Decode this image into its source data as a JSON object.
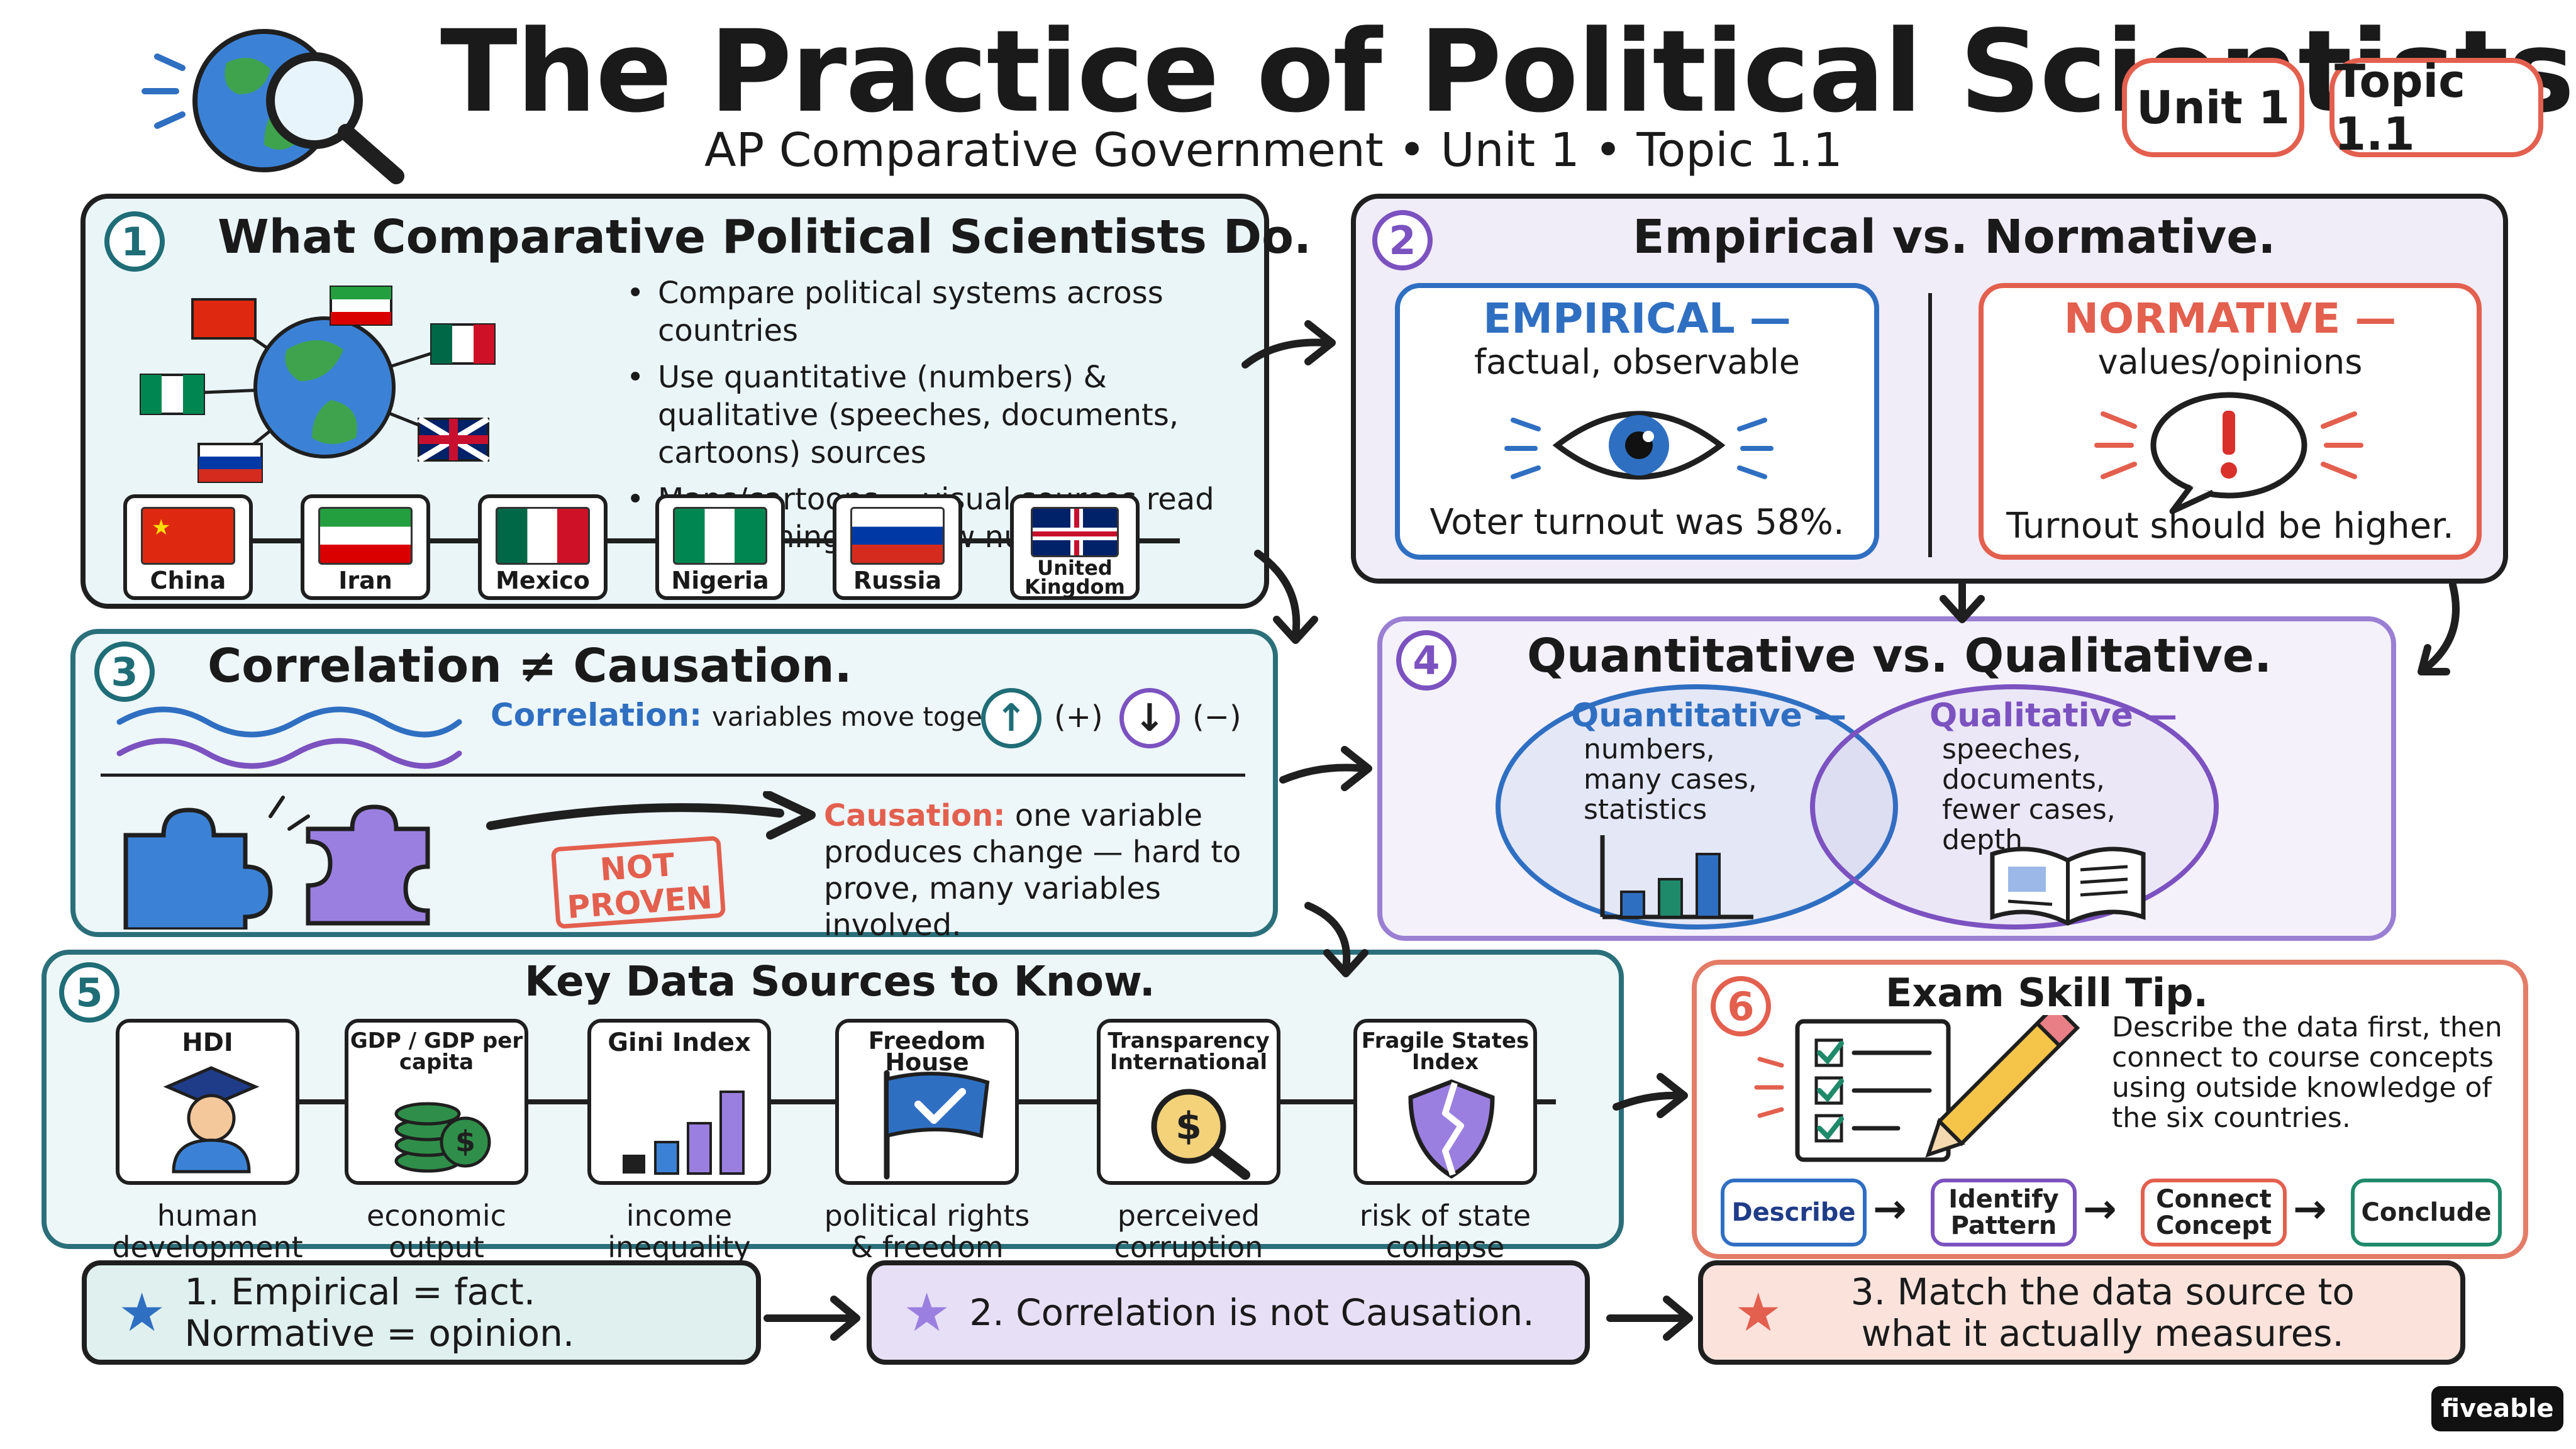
{
  "header": {
    "title": "The Practice of Political Scientists",
    "subtitle": "AP Comparative Government • Unit 1 • Topic 1.1",
    "tag_unit": "Unit 1",
    "tag_topic": "Topic 1.1"
  },
  "panel1": {
    "number": "1",
    "title": "What Comparative Political Scientists Do.",
    "bullets": [
      "Compare political systems across countries",
      "Use quantitative (numbers) & qualitative (speeches, documents, cartoons) sources",
      "Maps/cartoons = visual sources read for meaning, not raw numbers."
    ],
    "countries": [
      "China",
      "Iran",
      "Mexico",
      "Nigeria",
      "Russia",
      "United Kingdom"
    ]
  },
  "panel2": {
    "number": "2",
    "title": "Empirical vs. Normative.",
    "empirical": {
      "label": "EMPIRICAL —",
      "sub": "factual, observable",
      "quote": "Voter turnout was 58%."
    },
    "normative": {
      "label": "NORMATIVE —",
      "sub": "values/opinions",
      "quote": "Turnout should be higher."
    }
  },
  "panel3": {
    "number": "3",
    "title": "Correlation ≠ Causation.",
    "correlation_label": "Correlation:",
    "correlation_text": "variables move together",
    "positive": "(+)",
    "negative": "(−)",
    "not_proven": "NOT PROVEN",
    "causation_label": "Causation:",
    "causation_text": "one variable produces change — hard to prove, many variables involved."
  },
  "panel4": {
    "number": "4",
    "title": "Quantitative vs. Qualitative.",
    "quantitative": {
      "label": "Quantitative —",
      "lines": [
        "numbers,",
        "many cases,",
        "statistics"
      ]
    },
    "qualitative": {
      "label": "Qualitative —",
      "lines": [
        "speeches,",
        "documents,",
        "fewer cases,",
        "depth"
      ]
    }
  },
  "panel5": {
    "number": "5",
    "title": "Key Data Sources to Know.",
    "sources": [
      {
        "title": "HDI",
        "caption": "human development"
      },
      {
        "title": "GDP / GDP per capita",
        "caption": "economic output"
      },
      {
        "title": "Gini Index",
        "caption": "income inequality"
      },
      {
        "title": "Freedom House",
        "caption": "political rights & freedom"
      },
      {
        "title": "Transparency International",
        "caption": "perceived corruption"
      },
      {
        "title": "Fragile States Index",
        "caption": "risk of state collapse"
      }
    ]
  },
  "panel6": {
    "number": "6",
    "title": "Exam Skill Tip.",
    "tip": "Describe the data first, then connect to course concepts using outside knowledge of the six countries.",
    "steps": [
      "Describe",
      "Identify Pattern",
      "Connect Concept",
      "Conclude"
    ]
  },
  "takeaways": [
    "1. Empirical = fact. Normative = opinion.",
    "2. Correlation is not Causation.",
    "3. Match the data source to what it actually measures."
  ],
  "logo": "fiveable",
  "colors": {
    "teal": "#1f6d76",
    "purple": "#7b52c0",
    "red": "#e35f4e",
    "blue": "#2f6fc2"
  }
}
